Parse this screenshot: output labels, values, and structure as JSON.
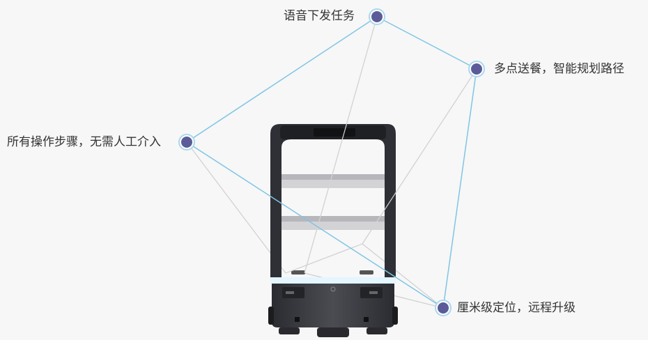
{
  "features": [
    {
      "id": "top",
      "label": "语音下发任务"
    },
    {
      "id": "right",
      "label": "多点送餐，智能规划路径"
    },
    {
      "id": "left",
      "label": "所有操作步骤，无需人工介入"
    },
    {
      "id": "bottom",
      "label": "厘米级定位，远程升级"
    }
  ],
  "colors": {
    "node_fill": "#5c5b99",
    "node_ring": "#a8d8ee",
    "line_blue": "#7ec5e4",
    "line_gray": "#cfcfcf",
    "robot_body": "#3a3c42",
    "robot_frame": "#2c2e33",
    "tray": "#b8b8bd",
    "light_strip": "#dff4ff"
  }
}
